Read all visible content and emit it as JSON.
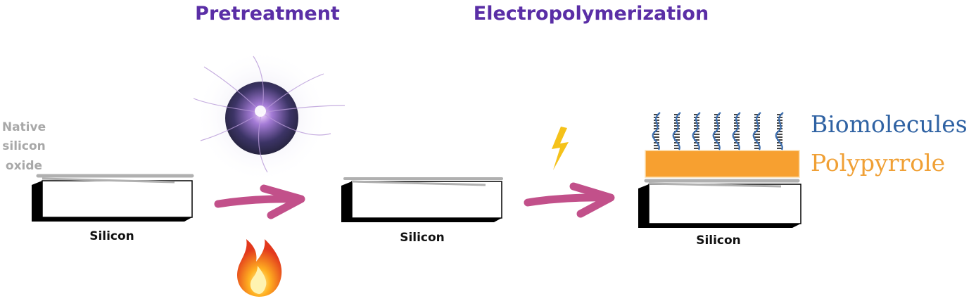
{
  "titles": {
    "pretreatment": "Pretreatment",
    "electropolymerization": "Electropolymerization"
  },
  "native_oxide_label": [
    "Native",
    "silicon",
    "oxide"
  ],
  "substrate_labels": [
    "Silicon",
    "Silicon",
    "Silicon"
  ],
  "legend": {
    "biomolecules": "Biomolecules",
    "polypyrrole": "Polypyrrole"
  },
  "icons": [
    "plasma-ball-icon",
    "flame-icon",
    "lightning-bolt-icon",
    "dna-helix-icon",
    "arrow-right-icon"
  ],
  "colors": {
    "title": "#5a2ea6",
    "arrow": "#c2508a",
    "polypyrrole": "#f7a030",
    "biomolecules": "#2f62a3",
    "oxide": "#b0b0b0",
    "lightning": "#f5c21a"
  }
}
